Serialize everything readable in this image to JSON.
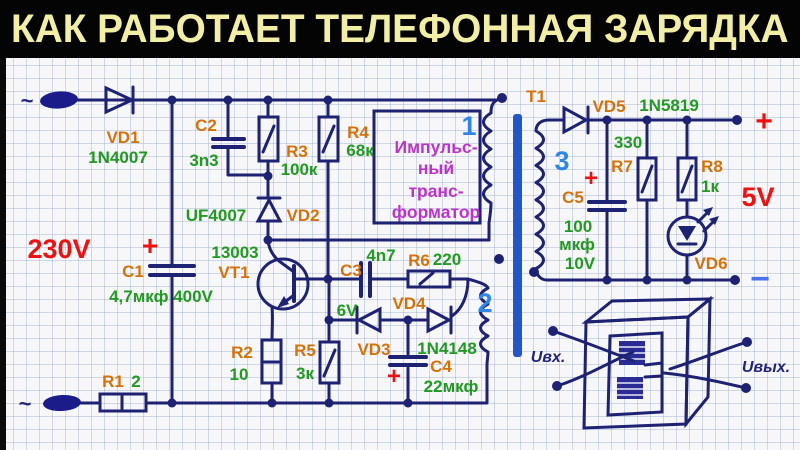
{
  "title": "КАК РАБОТАЕТ ТЕЛЕФОННАЯ ЗАРЯДКА",
  "palette": {
    "paper": "#f7f7f9",
    "grid_line": "#ccd7e8",
    "ink": "#1e2272",
    "component_label_orange": "#d4720a",
    "value_label_green": "#229922",
    "voltage_red": "#ee1111",
    "winding_digit_blue": "#2e86e8",
    "transformer_magenta": "#bb33cc",
    "core_blue": "#2356c8",
    "minus_blue": "#4a72ec",
    "title_yellow": "#f3eea5",
    "band_black": "#040404"
  },
  "input": {
    "voltage": "230V",
    "ac_symbol": "~",
    "plus": "+"
  },
  "output": {
    "voltage": "5V",
    "plus": "+",
    "minus": "−"
  },
  "components": {
    "vd1": "VD1",
    "vd1_part": "1N4007",
    "c1": "C1",
    "c1_value": "4,7мкф 400V",
    "c2": "C2",
    "c2_value": "3n3",
    "r1": "R1",
    "r1_value": "2",
    "r2": "R2",
    "r2_value": "10",
    "r3": "R3",
    "r3_value": "100к",
    "r4": "R4",
    "r4_value": "68к",
    "r5": "R5",
    "r5_value": "3к",
    "r6": "R6",
    "r6_value": "220",
    "r7": "R7",
    "r7_value": "330",
    "r8": "R8",
    "r8_value": "1к",
    "vd2": "VD2",
    "vd2_part": "UF4007",
    "vt1": "VT1",
    "vt1_part": "13003",
    "c3": "C3",
    "c3_value": "4n7",
    "vd3": "VD3",
    "vd3_value": "6V",
    "vd4": "VD4",
    "vd4_part": "1N4148",
    "c4": "C4",
    "c4_value": "22мкф",
    "c4_plus": "+",
    "t1": "T1",
    "vd5": "VD5",
    "vd5_part": "1N5819",
    "c5": "C5",
    "c5_plus": "+",
    "c5_value_1": "100",
    "c5_value_2": "мкф",
    "c5_value_3": "10V",
    "vd6": "VD6"
  },
  "transformer": {
    "name_line1": "Импульс-",
    "name_line2": "ный",
    "name_line3": "транс-",
    "name_line4": "форматор",
    "winding1": "1",
    "winding2": "2",
    "winding3": "3"
  },
  "sketch": {
    "u_in": "Uвх.",
    "u_out": "Uвых."
  }
}
